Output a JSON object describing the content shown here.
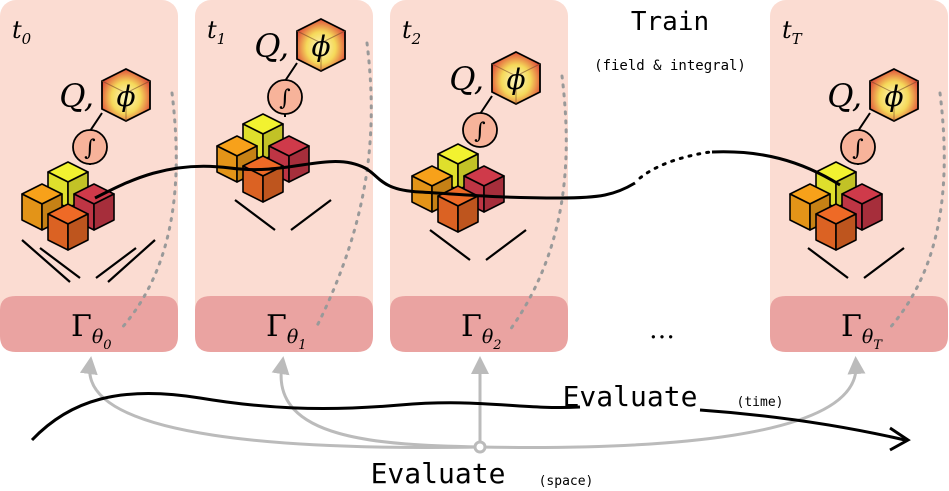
{
  "panels": [
    {
      "time_label": "t",
      "time_sub": "0",
      "gamma_label": "Γ",
      "gamma_sub": "θ",
      "gamma_subsub": "0",
      "q_label": "Q,",
      "phi_label": "ϕ",
      "integral_label": "∫"
    },
    {
      "time_label": "t",
      "time_sub": "1",
      "gamma_label": "Γ",
      "gamma_sub": "θ",
      "gamma_subsub": "1",
      "q_label": "Q,",
      "phi_label": "ϕ",
      "integral_label": "∫"
    },
    {
      "time_label": "t",
      "time_sub": "2",
      "gamma_label": "Γ",
      "gamma_sub": "θ",
      "gamma_subsub": "2",
      "q_label": "Q,",
      "phi_label": "ϕ",
      "integral_label": "∫"
    },
    {
      "time_label": "t",
      "time_sub": "T",
      "gamma_label": "Γ",
      "gamma_sub": "θ",
      "gamma_subsub": "T",
      "q_label": "Q,",
      "phi_label": "ϕ",
      "integral_label": "∫"
    }
  ],
  "train": {
    "title": "Train",
    "subtitle": "(field & integral)"
  },
  "ellipsis_gamma": "…",
  "evaluate_time": {
    "label": "Evaluate",
    "sub": "(time)"
  },
  "evaluate_space": {
    "label": "Evaluate",
    "sub": "(space)"
  },
  "colors": {
    "panel_bg": "#fbdcd2",
    "gamma_band": "#eaa3a1",
    "cube_yellow": "#f2f230",
    "cube_orange": "#f7a11a",
    "cube_dark_orange": "#ee6a26",
    "cube_red": "#cf3a4a",
    "integral_fill": "#f7b39a",
    "phi_top": "#d64a4a",
    "phi_mid": "#f6c86a",
    "phi_face": "#f7e34a",
    "line_black": "#000000",
    "arrow_gray": "#bbbbbb",
    "dotted_gray": "#999999"
  }
}
